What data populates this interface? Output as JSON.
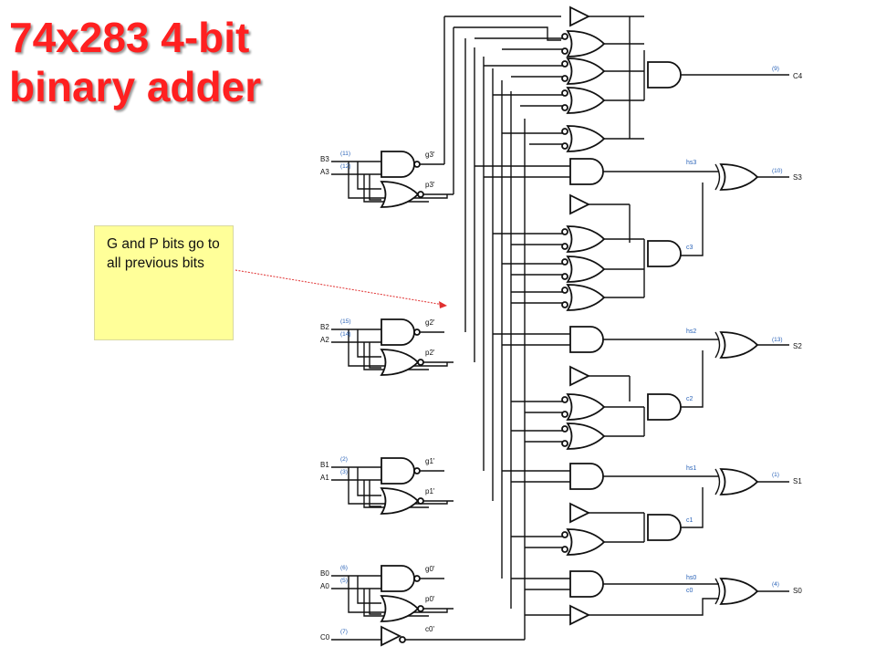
{
  "slide": {
    "title_line1": "74x283 4-bit",
    "title_line2": "binary adder",
    "callout": "G and P bits go to all previous bits"
  },
  "circuit": {
    "inputs": [
      {
        "name": "B3",
        "pin": "(11)"
      },
      {
        "name": "A3",
        "pin": "(12)"
      },
      {
        "name": "B2",
        "pin": "(15)"
      },
      {
        "name": "A2",
        "pin": "(14)"
      },
      {
        "name": "B1",
        "pin": "(2)"
      },
      {
        "name": "A1",
        "pin": "(3)"
      },
      {
        "name": "B0",
        "pin": "(6)"
      },
      {
        "name": "A0",
        "pin": "(5)"
      },
      {
        "name": "C0",
        "pin": "(7)"
      }
    ],
    "outputs": [
      {
        "name": "C4",
        "pin": "(9)"
      },
      {
        "name": "S3",
        "pin": "(10)"
      },
      {
        "name": "S2",
        "pin": "(13)"
      },
      {
        "name": "S1",
        "pin": "(1)"
      },
      {
        "name": "S0",
        "pin": "(4)"
      }
    ],
    "signals": [
      "g3'",
      "p3'",
      "g2'",
      "p2'",
      "g1'",
      "p1'",
      "g0'",
      "p0'",
      "c0'",
      "hs3",
      "c3",
      "hs2",
      "c2",
      "hs1",
      "c1",
      "hs0",
      "c0"
    ]
  },
  "colors": {
    "title": "#ff2020",
    "callout_bg": "#ffff99",
    "pin_label": "#2a63b8",
    "arrow": "#e03030"
  }
}
